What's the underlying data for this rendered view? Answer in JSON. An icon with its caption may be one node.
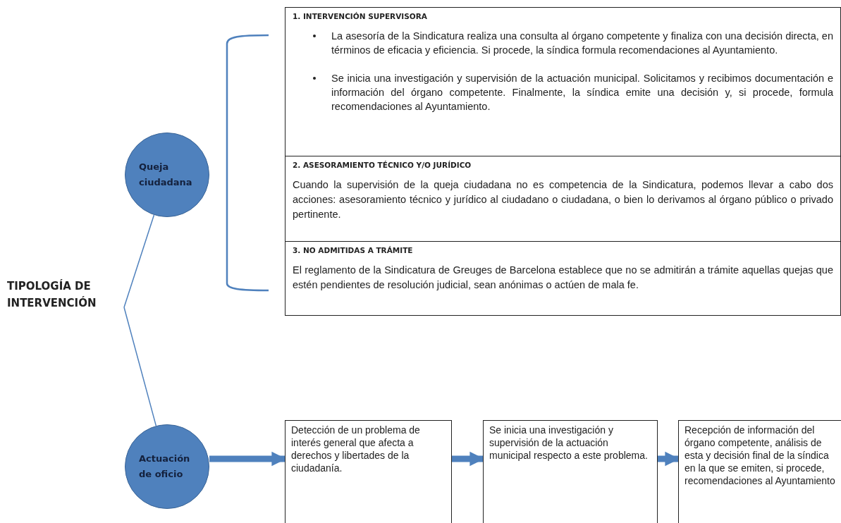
{
  "diagram": {
    "nodes": [
      {
        "text": [
          "TIPOLOGÍA DE INTERVENCIÓN"
        ]
      },
      {
        "text": [
          "Queja ciudadana"
        ]
      },
      {
        "text": [
          "1. INTERVENCIÓN SUPERVISORA",
          "La asesoría de la Sindicatura realiza una consulta al órgano competente y finaliza con una decisión directa, en términos de eficacia y eficiencia. Si procede, la síndica formula recomendaciones al Ayuntamiento.",
          "Se inicia una investigación y supervisión de la actuación municipal. Solicitamos y recibimos documentación e información del órgano competente. Finalmente, la síndica emite una decisión y, si procede, formula recomendaciones al Ayuntamiento."
        ]
      },
      {
        "text": [
          "2. ASESORAMIENTO TÉCNICO  Y/O JURÍDICO",
          "Cuando la supervisión de la queja ciudadana no es competencia de la Sindicatura, podemos llevar a cabo dos acciones: asesoramiento técnico y jurídico al ciudadano o ciudadana, o bien lo derivamos al órgano público o privado pertinente."
        ]
      },
      {
        "text": [
          "3. NO ADMITIDAS A TRÁMITE",
          "El reglamento de la Sindicatura de Greuges de Barcelona establece que no se admitirán a trámite aquellas quejas que estén pendientes de resolución judicial, sean anónimas o actúen de mala fe."
        ]
      },
      {
        "text": [
          "Actuación de oficio"
        ]
      },
      {
        "text": [
          "Detección de un problema de interés general que afecta a derechos y libertades de la ciudadanía."
        ]
      },
      {
        "text": [
          "Se inicia una investigación y supervisión de la actuación municipal respecto a este problema."
        ]
      },
      {
        "text": [
          "Recepción de información del órgano competente, análisis de esta y decisión final de la síndica en la que se emiten, si procede, recomendaciones al Ayuntamiento"
        ]
      }
    ],
    "edges": [
      {
        "from": 0,
        "to": 1,
        "arrow": "none"
      },
      {
        "from": 0,
        "to": 5,
        "arrow": "none"
      },
      {
        "from": 5,
        "to": 6,
        "arrow": "to"
      },
      {
        "from": 6,
        "to": 7,
        "arrow": "to"
      },
      {
        "from": 7,
        "to": 8,
        "arrow": "to"
      }
    ]
  }
}
